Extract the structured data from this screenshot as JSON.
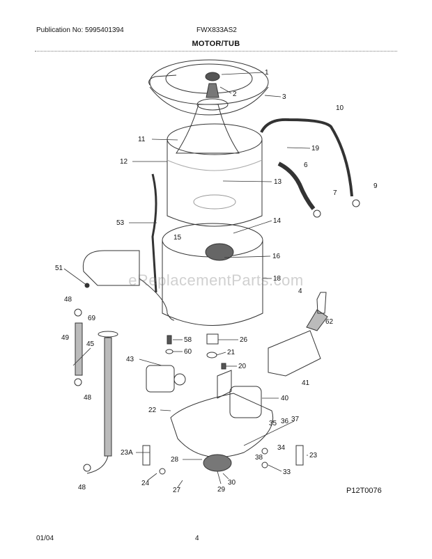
{
  "header": {
    "publication": "Publication No: 5995401394",
    "model": "FWX833AS2",
    "title": "MOTOR/TUB"
  },
  "watermark": "eReplacementParts.com",
  "figure_code": "P12T0076",
  "footer": {
    "date": "01/04",
    "page": "4"
  },
  "callouts": [
    "1",
    "2",
    "3",
    "10",
    "11",
    "19",
    "12",
    "6",
    "13",
    "9",
    "7",
    "53",
    "14",
    "15",
    "16",
    "51",
    "18",
    "4",
    "48",
    "69",
    "62",
    "49",
    "45",
    "58",
    "26",
    "43",
    "60",
    "21",
    "20",
    "41",
    "40",
    "48",
    "22",
    "35",
    "36",
    "37",
    "23A",
    "28",
    "34",
    "38",
    "23",
    "24",
    "30",
    "33",
    "27",
    "29",
    "48"
  ]
}
